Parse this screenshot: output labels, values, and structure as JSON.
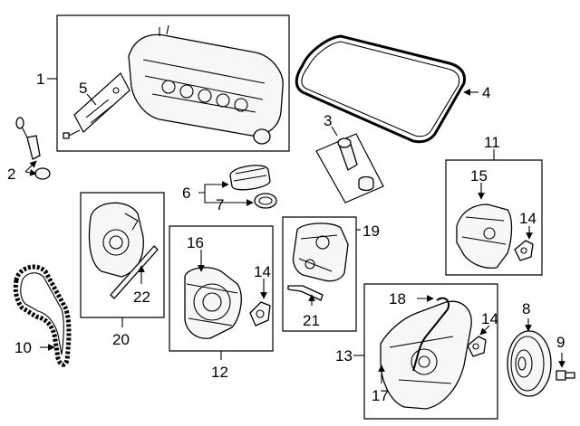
{
  "callouts": {
    "c1": "1",
    "c2": "2",
    "c3": "3",
    "c4": "4",
    "c5": "5",
    "c6": "6",
    "c7": "7",
    "c8": "8",
    "c9": "9",
    "c10": "10",
    "c11": "11",
    "c12": "12",
    "c13": "13",
    "c14a": "14",
    "c14b": "14",
    "c14c": "14",
    "c15": "15",
    "c16": "16",
    "c17": "17",
    "c18": "18",
    "c19": "19",
    "c20": "20",
    "c21": "21",
    "c22": "22"
  },
  "style": {
    "line_color": "#000000",
    "background": "#ffffff"
  }
}
